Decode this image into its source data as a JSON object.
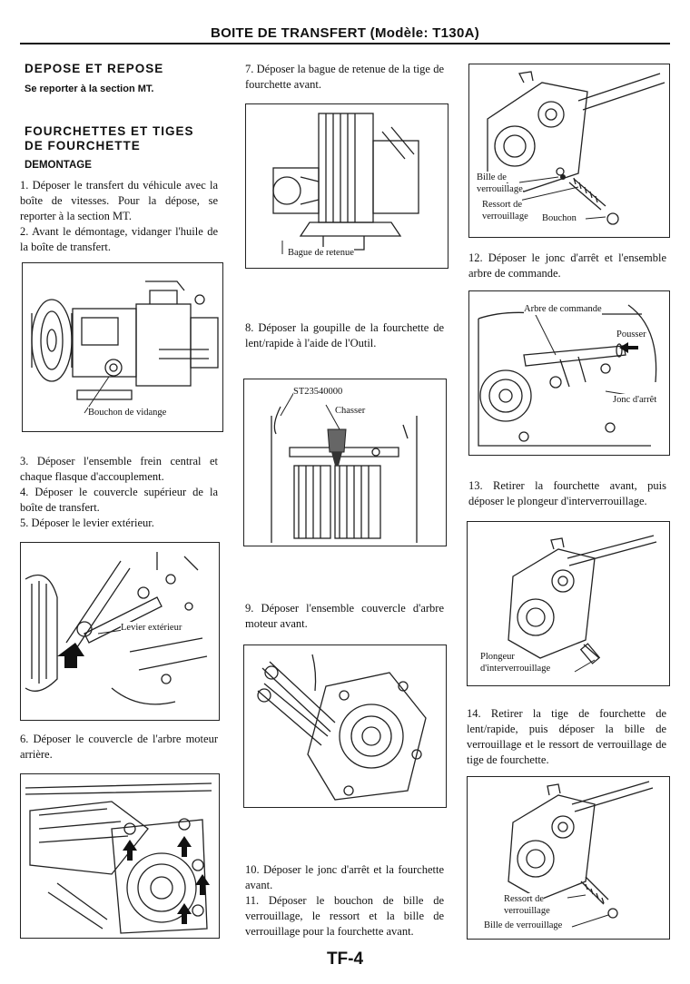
{
  "header": {
    "title": "BOITE DE TRANSFERT (Modèle: T130A)"
  },
  "left": {
    "depose_title": "DEPOSE ET REPOSE",
    "depose_ref": "Se reporter à la section MT.",
    "fourchettes_title_1": "FOURCHETTES ET TIGES",
    "fourchettes_title_2": "DE FOURCHETTE",
    "demontage": "DEMONTAGE",
    "step1": "1. Déposer le transfert du véhicule avec la boîte de vitesses. Pour la dépose, se reporter à la section MT.",
    "step2": "2. Avant le démontage, vidanger l'huile de la boîte de transfert.",
    "fig1_label": "Bouchon de vidange",
    "step3": "3. Déposer l'ensemble frein central et chaque flasque d'accouplement.",
    "step4": "4. Déposer le couvercle supérieur de la boîte de transfert.",
    "step5": "5. Déposer le levier extérieur.",
    "fig2_label": "Levier extérieur",
    "step6": "6. Déposer le couvercle de l'arbre moteur arrière."
  },
  "middle": {
    "step7": "7. Déposer la bague de retenue de la tige de fourchette avant.",
    "fig_bague_label": "Bague de retenue",
    "step8": "8. Déposer la goupille de la fourchette de lent/rapide à l'aide de l'Outil.",
    "fig_tool_code": "ST23540000",
    "fig_tool_label": "Chasser",
    "step9": "9. Déposer l'ensemble couvercle d'arbre moteur avant.",
    "step10": "10. Déposer le jonc d'arrêt et la fourchette avant.",
    "step11": "11. Déposer le bouchon de bille de verrouillage, le ressort et la bille de verrouillage pour la fourchette avant."
  },
  "right": {
    "fig_bille_1": "Bille de",
    "fig_bille_2": "verrouillage",
    "fig_ressort_1": "Ressort de",
    "fig_ressort_2": "verrouillage",
    "fig_bouchon": "Bouchon",
    "step12": "12. Déposer le jonc d'arrêt et l'ensemble arbre de commande.",
    "fig_arbre": "Arbre de commande",
    "fig_pousser": "Pousser",
    "fig_jonc": "Jonc d'arrêt",
    "step13": "13. Retirer la fourchette avant, puis déposer le plongeur d'interverrouillage.",
    "fig_plongeur_1": "Plongeur",
    "fig_plongeur_2": "d'interverrouillage",
    "step14": "14. Retirer la tige de fourchette de lent/rapide, puis déposer la bille de verrouillage et le ressort de verrouillage de tige de fourchette.",
    "fig_ressort2_1": "Ressort de",
    "fig_ressort2_2": "verrouillage",
    "fig_bille2": "Bille de verrouillage"
  },
  "footer": {
    "page": "TF-4"
  }
}
